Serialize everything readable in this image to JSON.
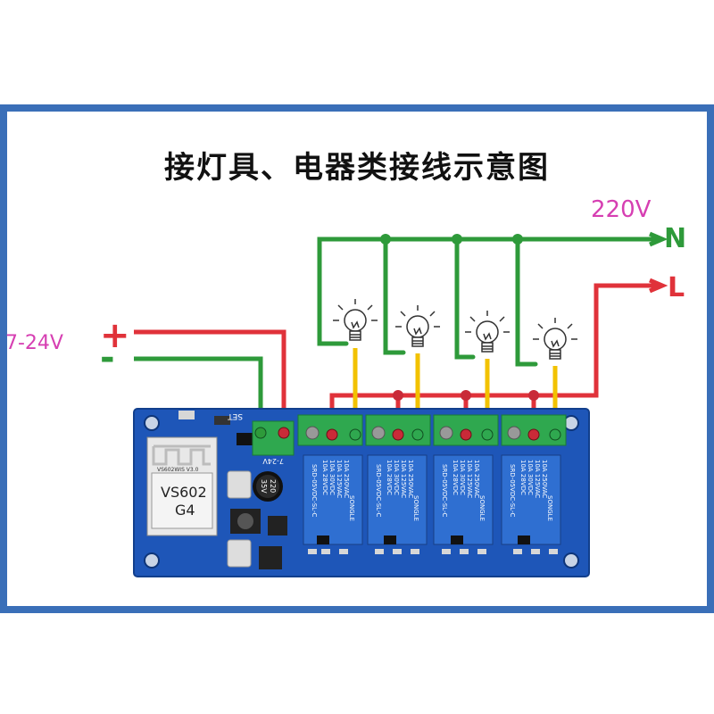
{
  "title": "接灯具、电器类接线示意图",
  "mains": {
    "voltage": "220V",
    "neutral_label": "N",
    "live_label": "L"
  },
  "supply": {
    "range": "7-24V",
    "positive": "+",
    "negative": "-"
  },
  "colors": {
    "neutral_wire": "#2e9a3a",
    "live_wire": "#e0323a",
    "switched_wire": "#f2c200",
    "board": "#1e56b8",
    "terminal": "#2fa84f",
    "frame": "#3a6fb8",
    "label_magenta": "#d63fb2"
  },
  "board": {
    "module_name": "VS602",
    "module_version": "G4",
    "module_code": "VS602WIS V3.0",
    "set_label": "SET",
    "power_label": "7-24V",
    "cap_large": [
      "220",
      "35V"
    ],
    "relays": [
      {
        "brand": "SONGLE",
        "model": "SRD-05VDC-SL-C",
        "rating": [
          "10A 250VAC",
          "10A 125VAC",
          "10A 30VDC",
          "10A 28VDC"
        ]
      },
      {
        "brand": "SONGLE",
        "model": "SRD-05VDC-SL-C",
        "rating": [
          "10A 250VAC",
          "10A 125VAC",
          "10A 30VDC",
          "10A 28VDC"
        ]
      },
      {
        "brand": "SONGLE",
        "model": "SRD-05VDC-SL-C",
        "rating": [
          "10A 250VAC",
          "10A 125VAC",
          "10A 30VDC",
          "10A 28VDC"
        ]
      },
      {
        "brand": "SONGLE",
        "model": "SRD-05VDC-SL-C",
        "rating": [
          "10A 250VAC",
          "10A 125VAC",
          "10A 30VDC",
          "10A 28VDC"
        ]
      }
    ]
  },
  "lamps": [
    "bulb-1",
    "bulb-2",
    "bulb-3",
    "bulb-4"
  ]
}
